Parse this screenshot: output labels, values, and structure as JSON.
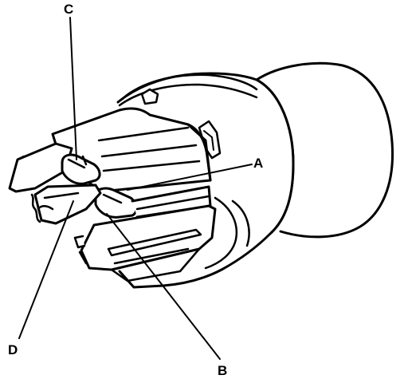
{
  "labels": {
    "a": "A",
    "b": "B",
    "c": "C",
    "d": "D"
  },
  "colors": {
    "ink": "#000000",
    "paper": "#ffffff"
  }
}
